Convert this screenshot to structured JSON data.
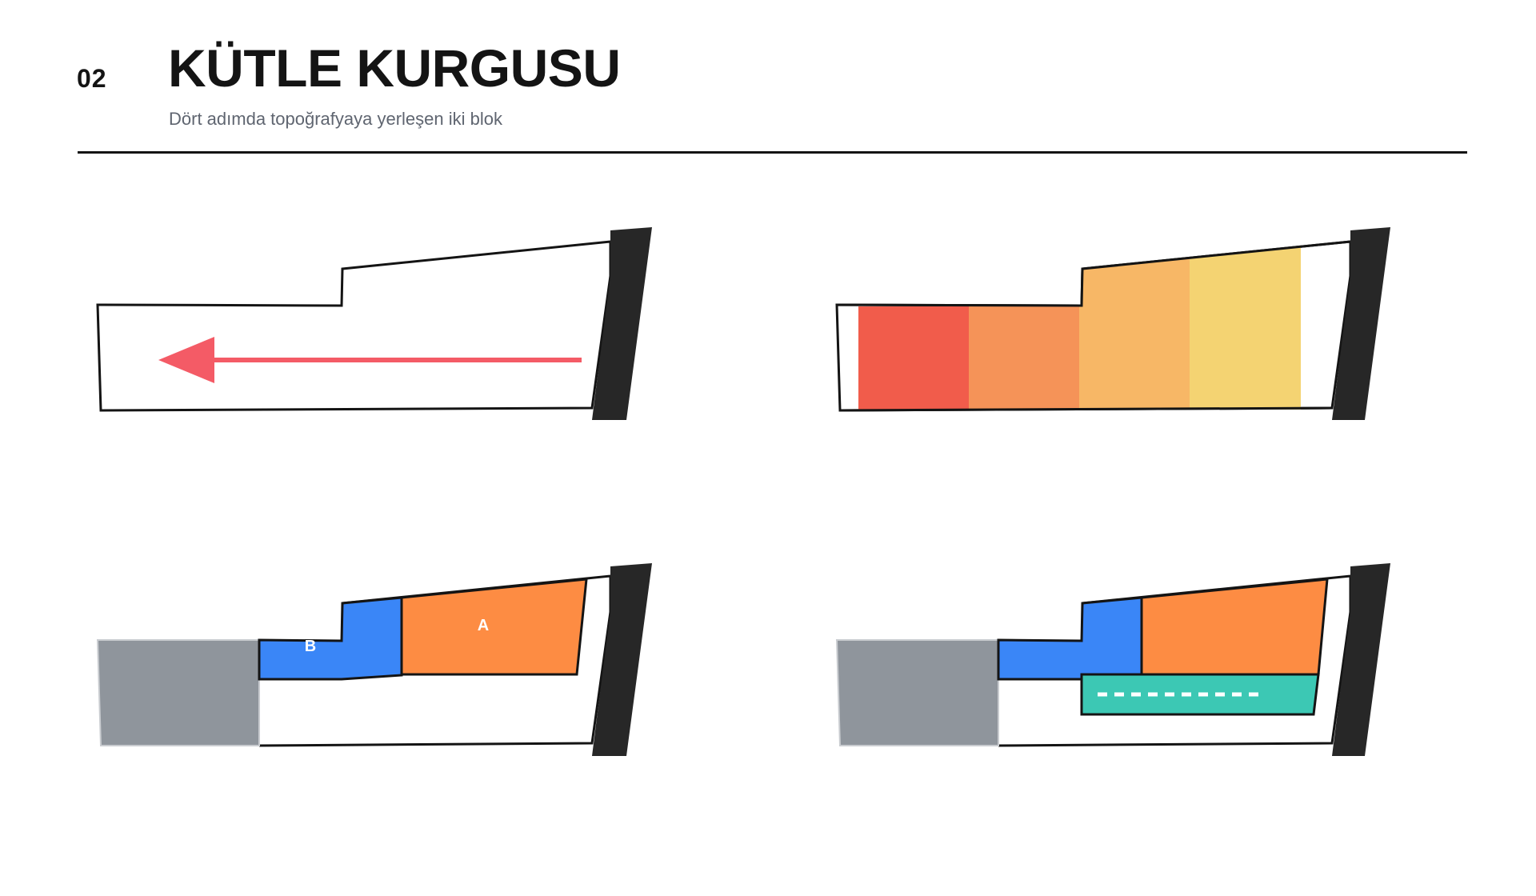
{
  "header": {
    "section_number": "02",
    "title": "KÜTLE KURGUSU",
    "subtitle": "Dört adımda topoğrafyaya yerleşen iki blok"
  },
  "diagrams": {
    "step3": {
      "block_b_label": "B",
      "block_a_label": "A"
    }
  },
  "colors": {
    "outline": "#141414",
    "retaining_wall": "#272727",
    "arrow": "#f45b66",
    "terrace_1": "#f15c4b",
    "terrace_2": "#f59358",
    "terrace_3": "#f7b766",
    "terrace_4": "#f4d372",
    "existing": "#8f959c",
    "block_b": "#3a86f7",
    "block_a": "#fd8c43",
    "connector": "#3cc8b4"
  }
}
